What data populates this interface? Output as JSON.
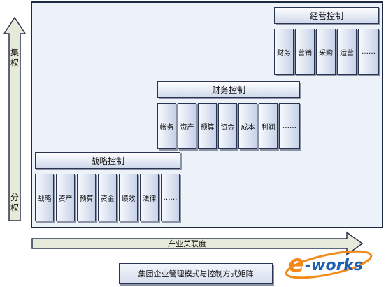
{
  "diagram": {
    "axis_labels": {
      "vertical_top": "集权",
      "vertical_bottom": "分权",
      "horizontal": "产业关联度"
    },
    "groups": [
      {
        "title": "战略控制",
        "cells": [
          "战略",
          "资产",
          "预算",
          "资金",
          "绩效",
          "法律",
          "……"
        ]
      },
      {
        "title": "财务控制",
        "cells": [
          "帐务",
          "资产",
          "预算",
          "资金",
          "成本",
          "利润",
          "……"
        ]
      },
      {
        "title": "经营控制",
        "cells": [
          "财务",
          "营销",
          "采购",
          "运营",
          "……"
        ]
      }
    ],
    "caption": "集团企业管理模式与控制方式矩阵",
    "watermark_logo": "e-works",
    "colors": {
      "panel_bg": "#edf1f8",
      "border": "#1d2a44",
      "arrow_fill": "#e6ead8",
      "logo_orange": "#f28a1a",
      "logo_blue": "#1f5fb0"
    }
  }
}
